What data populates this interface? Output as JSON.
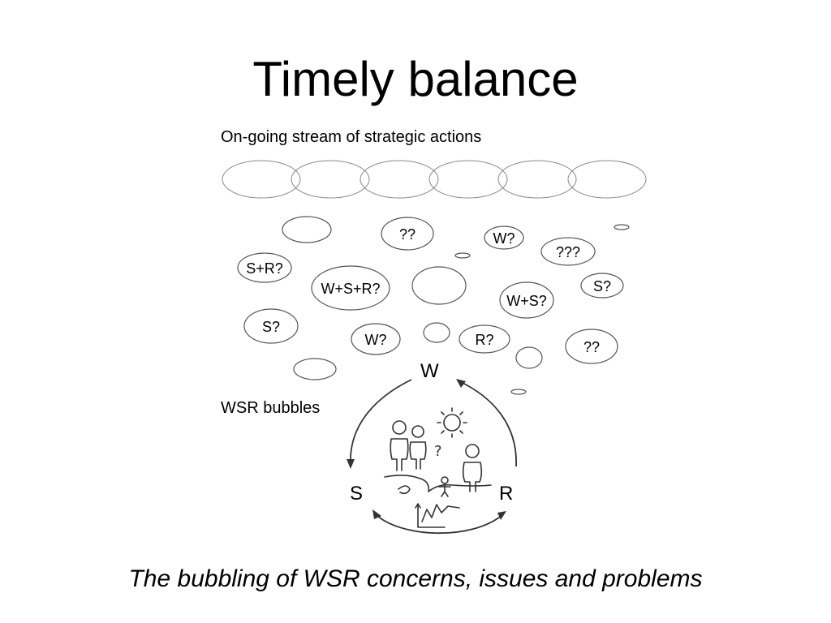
{
  "title": "Timely balance",
  "stream_label": "On-going stream of strategic actions",
  "bubbles": [
    {
      "text": "??"
    },
    {
      "text": "W?"
    },
    {
      "text": "???"
    },
    {
      "text": "S+R?"
    },
    {
      "text": "W+S+R?"
    },
    {
      "text": "S?"
    },
    {
      "text": "W+S?"
    },
    {
      "text": "S?"
    },
    {
      "text": "W?"
    },
    {
      "text": "R?"
    },
    {
      "text": "??"
    }
  ],
  "wsr_label": "WSR bubbles",
  "cycle_labels": {
    "w": "W",
    "s": "S",
    "r": "R"
  },
  "caption": "The bubbling of WSR concerns, issues and problems"
}
